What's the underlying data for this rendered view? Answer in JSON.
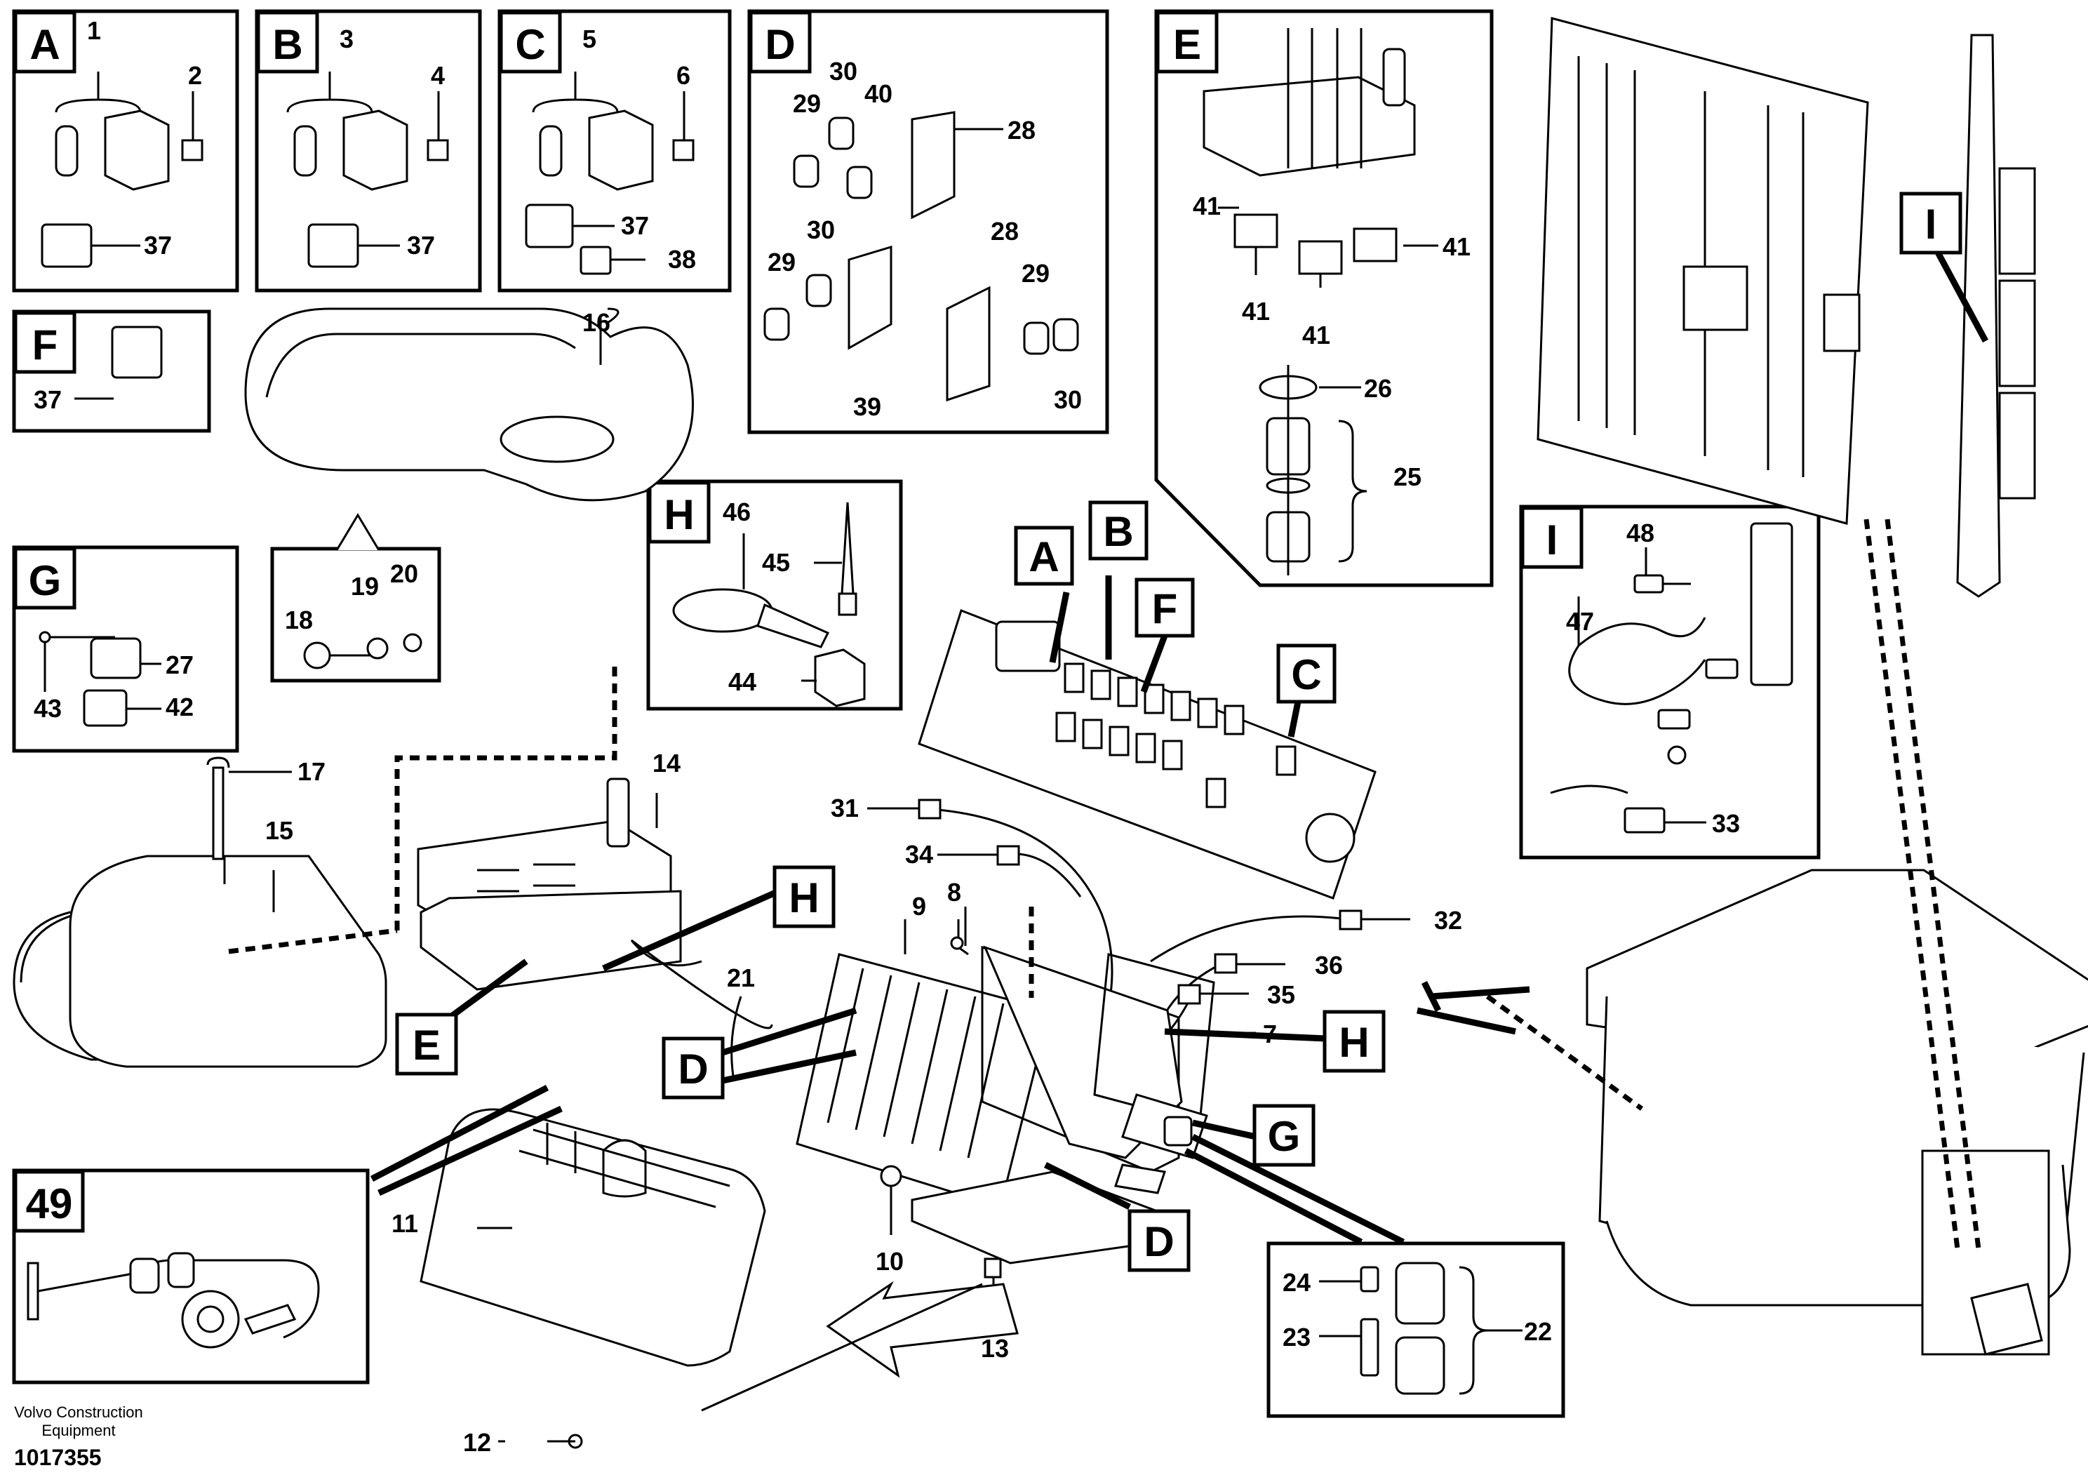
{
  "panel_letters": {
    "a": "A",
    "b": "B",
    "c": "C",
    "d": "D",
    "e": "E",
    "f": "F",
    "g": "G",
    "h": "H",
    "i": "I",
    "n49": "49"
  },
  "numbers": {
    "n1": "1",
    "n2": "2",
    "n3": "3",
    "n4": "4",
    "n5": "5",
    "n6": "6",
    "n7": "7",
    "n8": "8",
    "n9": "9",
    "n10": "10",
    "n11": "11",
    "n12": "12",
    "n13": "13",
    "n14": "14",
    "n15": "15",
    "n16": "16",
    "n17": "17",
    "n18": "18",
    "n19": "19",
    "n20": "20",
    "n21": "21",
    "n22": "22",
    "n23": "23",
    "n24": "24",
    "n25": "25",
    "n26": "26",
    "n27": "27",
    "n28": "28",
    "n29": "29",
    "n30": "30",
    "n31": "31",
    "n32": "32",
    "n33": "33",
    "n34": "34",
    "n35": "35",
    "n36": "36",
    "n37": "37",
    "n38": "38",
    "n39": "39",
    "n40": "40",
    "n41": "41",
    "n42": "42",
    "n43": "43",
    "n44": "44",
    "n45": "45",
    "n46": "46",
    "n47": "47",
    "n48": "48"
  },
  "footer": {
    "brand_line1": "Volvo Construction",
    "brand_line2": "Equipment",
    "drawing_number": "1017355"
  }
}
